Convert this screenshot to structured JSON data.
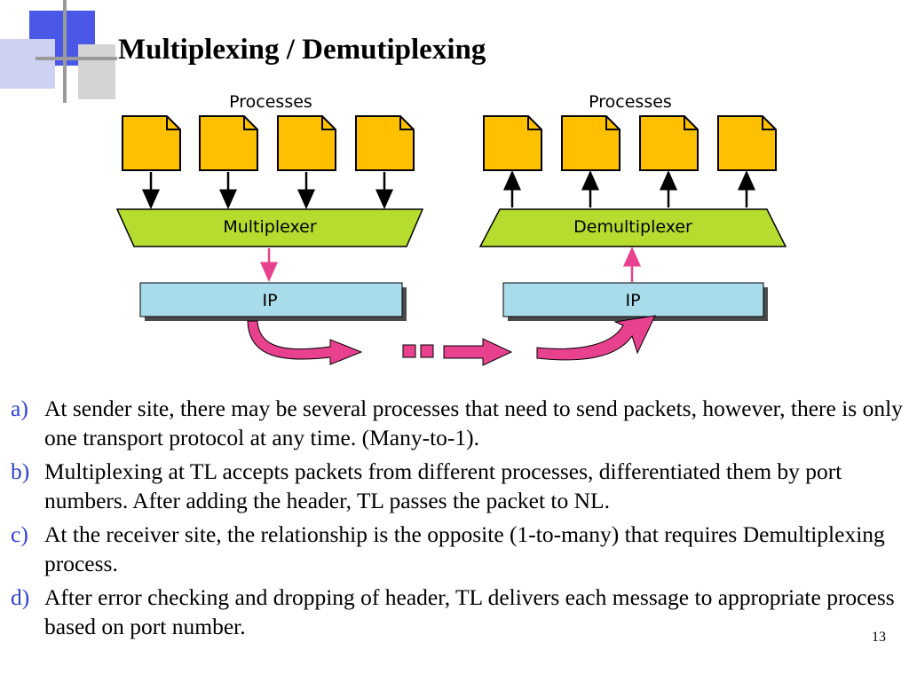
{
  "slide": {
    "title": "Multiplexing / Demutiplexing",
    "page_number": "13"
  },
  "diagram": {
    "sender": {
      "processes_label": "Processes",
      "mux_label": "Multiplexer",
      "ip_label": "IP"
    },
    "receiver": {
      "processes_label": "Processes",
      "demux_label": "Demultiplexer",
      "ip_label": "IP"
    },
    "colors": {
      "process": "#ffc000",
      "mux": "#b5dc2e",
      "ip": "#a9dcea",
      "arrow": "#e8418e",
      "deco_blue": "#4b57e6"
    }
  },
  "bullets": [
    {
      "marker": "a)",
      "text": "At sender site, there may be several processes that need to send packets, however, there is only one transport protocol at any time. (Many-to-1)."
    },
    {
      "marker": "b)",
      "text": "Multiplexing at TL accepts packets from different processes, differentiated them by port numbers. After adding the header, TL passes the packet to NL."
    },
    {
      "marker": "c)",
      "text": "At the receiver site, the relationship is the opposite (1-to-many) that requires Demultiplexing process."
    },
    {
      "marker": "d)",
      "text": "After error checking and dropping of header, TL delivers each message to appropriate process based on port number."
    }
  ]
}
